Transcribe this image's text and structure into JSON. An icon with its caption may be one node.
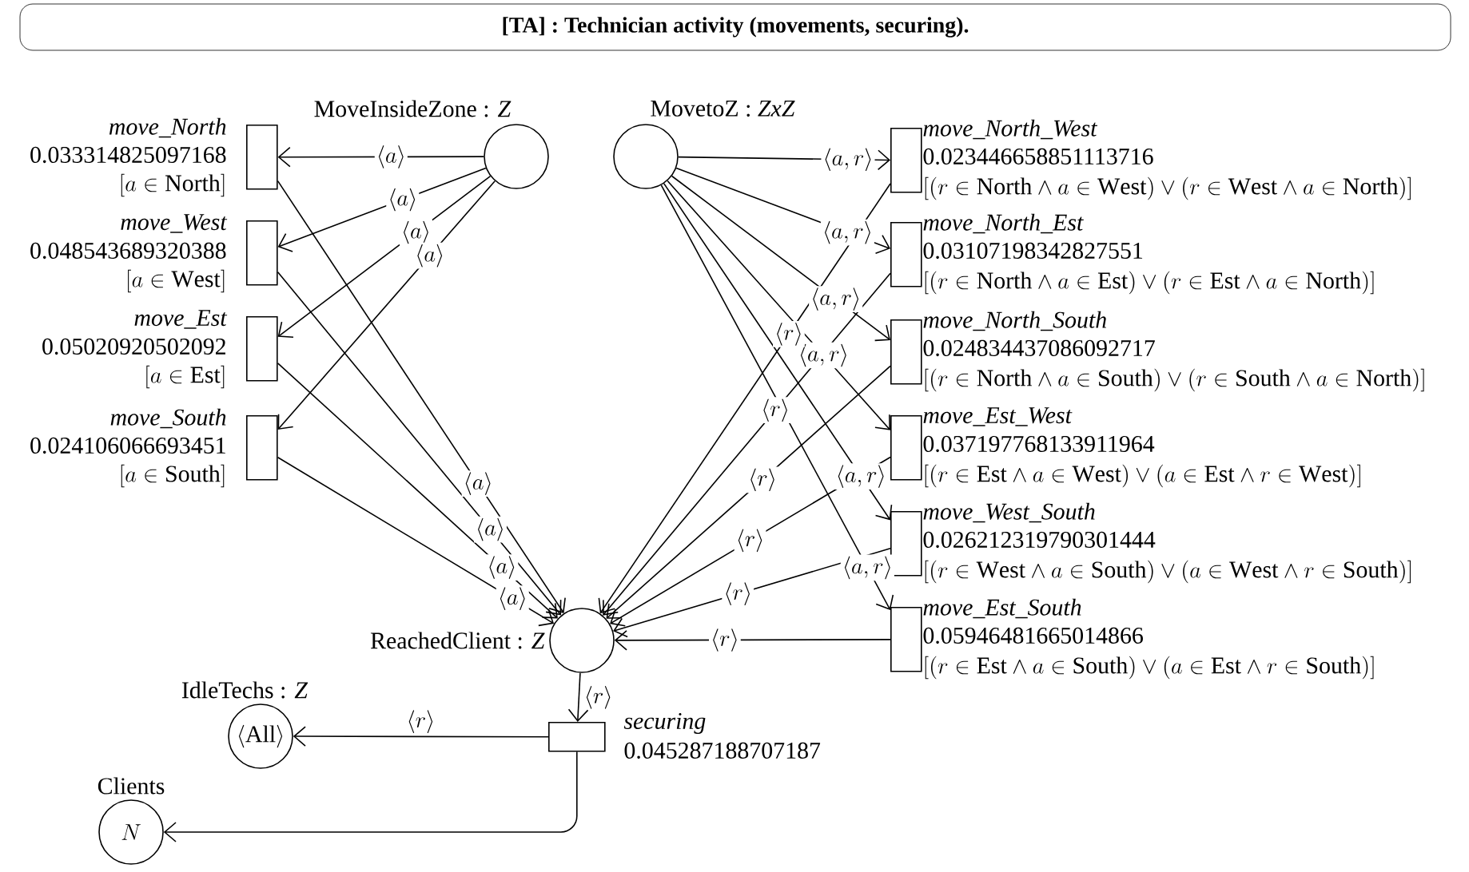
{
  "diagram": {
    "title": "[TA] : Technician activity (movements, securing).",
    "nodes": [
      {
        "text": [
          "MoveInsideZone : *Z*"
        ]
      },
      {
        "text": [
          "MovetoZ : *ZxZ*"
        ]
      },
      {
        "text": [
          "move_North",
          "0.033314825097168",
          "[a \\in \\mathrm{North}]"
        ]
      },
      {
        "text": [
          "move_West",
          "0.048543689320388",
          "[a \\in \\mathrm{West}]"
        ]
      },
      {
        "text": [
          "move_Est",
          "0.05020920502092",
          "[a \\in \\mathrm{Est}]"
        ]
      },
      {
        "text": [
          "move_South",
          "0.024106066693451",
          "[a \\in \\mathrm{South}]"
        ]
      },
      {
        "text": [
          "move_North_West",
          "0.023446658851113716",
          "[(r \\in \\mathrm{North} \\wedge a \\in \\mathrm{West}) \\vee (r \\in \\mathrm{West} \\wedge a \\in \\mathrm{North})]"
        ]
      },
      {
        "text": [
          "move_North_Est",
          "0.03107198342827551",
          "[(r \\in \\mathrm{North} \\wedge a \\in \\mathrm{Est}) \\vee (r \\in \\mathrm{Est} \\wedge a \\in \\mathrm{North})]"
        ]
      },
      {
        "text": [
          "move_North_South",
          "0.024834437086092717",
          "[(r \\in \\mathrm{North} \\wedge a \\in \\mathrm{South}) \\vee (r \\in \\mathrm{South} \\wedge a \\in \\mathrm{North})]"
        ]
      },
      {
        "text": [
          "move_Est_West",
          "0.037197768133911964",
          "[(r \\in \\mathrm{Est} \\wedge a \\in \\mathrm{West}) \\vee (a \\in \\mathrm{Est} \\wedge r \\in \\mathrm{West})]"
        ]
      },
      {
        "text": [
          "move_West_South",
          "0.026212319790301444",
          "[(r \\in \\mathrm{West} \\wedge a \\in \\mathrm{South}) \\vee (a \\in \\mathrm{West} \\wedge r \\in \\mathrm{South})]"
        ]
      },
      {
        "text": [
          "move_Est_South",
          "0.05946481665014866",
          "[(r \\in \\mathrm{Est} \\wedge a \\in \\mathrm{South}) \\vee (a \\in \\mathrm{Est} \\wedge r \\in \\mathrm{South})]"
        ]
      },
      {
        "text": [
          "ReachedClient : *Z*"
        ]
      },
      {
        "text": [
          "securing",
          "0.045287188707187"
        ]
      },
      {
        "text": [
          "IdleTechs : *Z*",
          "\\langle \\mathrm{All}\\rangle"
        ]
      },
      {
        "text": [
          "Clients",
          "N"
        ]
      }
    ],
    "edges": [
      {
        "from": 0,
        "to": 2,
        "arrow": "to",
        "label": "\\langle a\\rangle"
      },
      {
        "from": 0,
        "to": 3,
        "arrow": "to",
        "label": "\\langle a\\rangle"
      },
      {
        "from": 0,
        "to": 4,
        "arrow": "to",
        "label": "\\langle a\\rangle"
      },
      {
        "from": 0,
        "to": 5,
        "arrow": "to",
        "label": "\\langle a\\rangle"
      },
      {
        "from": 2,
        "to": 12,
        "arrow": "to",
        "label": "\\langle a\\rangle"
      },
      {
        "from": 3,
        "to": 12,
        "arrow": "to",
        "label": "\\langle a\\rangle"
      },
      {
        "from": 4,
        "to": 12,
        "arrow": "to",
        "label": "\\langle a\\rangle"
      },
      {
        "from": 5,
        "to": 12,
        "arrow": "to",
        "label": "\\langle a\\rangle"
      },
      {
        "from": 1,
        "to": 6,
        "arrow": "to",
        "label": "\\langle a,r\\rangle"
      },
      {
        "from": 1,
        "to": 7,
        "arrow": "to",
        "label": "\\langle a,r\\rangle"
      },
      {
        "from": 1,
        "to": 8,
        "arrow": "to",
        "label": "\\langle a,r\\rangle"
      },
      {
        "from": 1,
        "to": 9,
        "arrow": "to",
        "label": "\\langle a,r\\rangle"
      },
      {
        "from": 1,
        "to": 10,
        "arrow": "to",
        "label": "\\langle a,r\\rangle"
      },
      {
        "from": 1,
        "to": 11,
        "arrow": "to",
        "label": "\\langle a,r\\rangle"
      },
      {
        "from": 6,
        "to": 12,
        "arrow": "to",
        "label": "\\langle r\\rangle"
      },
      {
        "from": 7,
        "to": 12,
        "arrow": "to",
        "label": "\\langle r\\rangle"
      },
      {
        "from": 8,
        "to": 12,
        "arrow": "to",
        "label": "\\langle r\\rangle"
      },
      {
        "from": 9,
        "to": 12,
        "arrow": "to",
        "label": "\\langle r\\rangle"
      },
      {
        "from": 10,
        "to": 12,
        "arrow": "to",
        "label": "\\langle r\\rangle"
      },
      {
        "from": 11,
        "to": 12,
        "arrow": "to",
        "label": "\\langle r\\rangle"
      },
      {
        "from": 12,
        "to": 13,
        "arrow": "to",
        "label": "\\langle r\\rangle"
      },
      {
        "from": 13,
        "to": 14,
        "arrow": "to",
        "label": "\\langle r\\rangle"
      },
      {
        "from": 13,
        "to": 15,
        "arrow": "to"
      }
    ]
  }
}
